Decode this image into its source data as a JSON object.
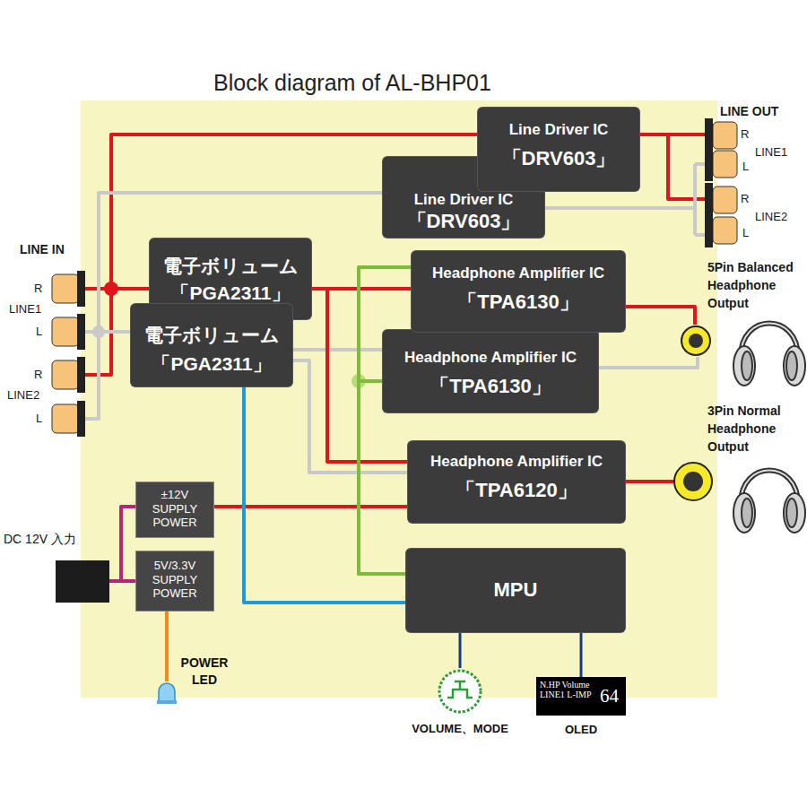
{
  "diagram": {
    "title": "Block diagram of AL-BHP01",
    "nodes": [
      {
        "text": [
          "Line Driver IC",
          "「DRV603」"
        ]
      },
      {
        "text": [
          "Line Driver IC",
          "「DRV603」"
        ]
      },
      {
        "text": [
          "電子ボリューム",
          "「PGA2311」"
        ]
      },
      {
        "text": [
          "電子ボリューム",
          "「PGA2311」"
        ]
      },
      {
        "text": [
          "Headphone Amplifier IC",
          "「TPA6130」"
        ]
      },
      {
        "text": [
          "Headphone Amplifier IC",
          "「TPA6130」"
        ]
      },
      {
        "text": [
          "Headphone Amplifier IC",
          "「TPA6120」"
        ]
      },
      {
        "text": [
          "±12V SUPPLY POWER"
        ]
      },
      {
        "text": [
          "5V/3.3V SUPPLY POWER"
        ]
      },
      {
        "text": [
          "MPU"
        ]
      },
      {
        "text": [
          "DC 12V 入力"
        ]
      },
      {
        "text": [
          "N.HP Volume LINE1 L-IMP",
          "64",
          "OLED"
        ]
      },
      {
        "text": [
          "VOLUME、MODE"
        ]
      },
      {
        "text": [
          "POWER LED"
        ]
      }
    ],
    "edges": [
      {
        "from": 2,
        "to": 4,
        "arrow": "none"
      },
      {
        "from": 3,
        "to": 5,
        "arrow": "none"
      },
      {
        "from": 2,
        "to": 6,
        "arrow": "none"
      },
      {
        "from": 3,
        "to": 6,
        "arrow": "none"
      },
      {
        "from": 7,
        "to": 6,
        "arrow": "none"
      },
      {
        "from": 10,
        "to": 7,
        "arrow": "none"
      },
      {
        "from": 10,
        "to": 8,
        "arrow": "none"
      },
      {
        "from": 8,
        "to": 13,
        "arrow": "none"
      },
      {
        "from": 3,
        "to": 9,
        "arrow": "none"
      },
      {
        "from": 9,
        "to": 4,
        "arrow": "none"
      },
      {
        "from": 9,
        "to": 5,
        "arrow": "none"
      },
      {
        "from": 9,
        "to": 12,
        "arrow": "none"
      },
      {
        "from": 9,
        "to": 11,
        "arrow": "none"
      }
    ],
    "labels": [
      "LINE IN",
      "R",
      "LINE1",
      "L",
      "R",
      "LINE2",
      "L",
      "LINE OUT",
      "R",
      "LINE1",
      "L",
      "R",
      "LINE2",
      "L",
      "5Pin Balanced Headphone Output",
      "3Pin Normal Headphone Output"
    ]
  }
}
